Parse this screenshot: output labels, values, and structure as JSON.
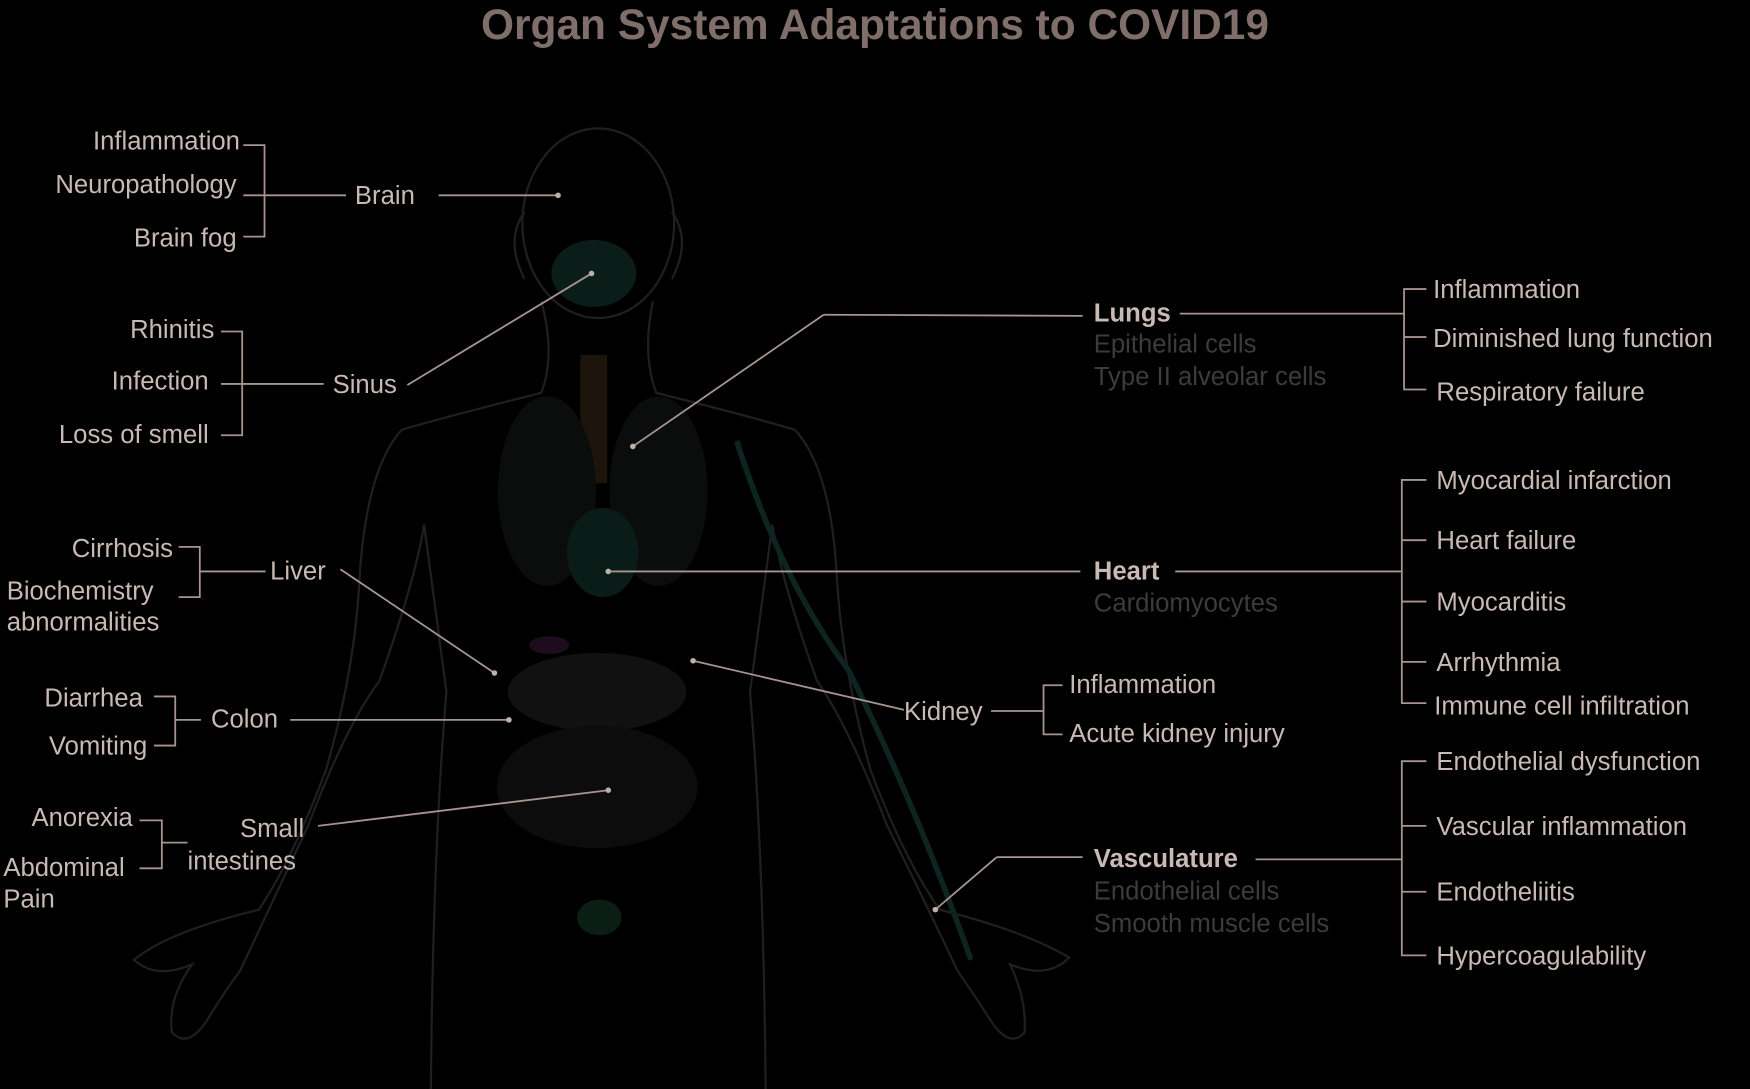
{
  "title": "Organ System Adaptations to COVID19",
  "colors": {
    "background": "#000000",
    "text": "#c9b9b4",
    "title": "#7f6e6a",
    "muted_text": "#3c3c3c",
    "lines": "#a6948f"
  },
  "left": {
    "brain": {
      "label": "Brain",
      "items": [
        "Inflammation",
        "Neuropathology",
        "Brain fog"
      ]
    },
    "sinus": {
      "label": "Sinus",
      "items": [
        "Rhinitis",
        "Infection",
        "Loss of smell"
      ]
    },
    "liver": {
      "label": "Liver",
      "items": [
        "Cirrhosis",
        "Biochemistry",
        "abnormalities"
      ]
    },
    "colon": {
      "label": "Colon",
      "items": [
        "Diarrhea",
        "Vomiting"
      ]
    },
    "small": {
      "label_1": "Small",
      "label_2": "intestines",
      "items": [
        "Anorexia",
        "Abdominal",
        "Pain"
      ]
    }
  },
  "right": {
    "lungs": {
      "label": "Lungs",
      "cells": [
        "Epithelial cells",
        "Type II alveolar cells"
      ],
      "items": [
        "Inflammation",
        "Diminished lung function",
        "Respiratory failure"
      ]
    },
    "heart": {
      "label": "Heart",
      "cells": [
        "Cardiomyocytes"
      ],
      "items": [
        "Myocardial infarction",
        "Heart failure",
        "Myocarditis",
        "Arrhythmia",
        "Immune cell infiltration"
      ]
    },
    "kidney": {
      "label": "Kidney",
      "items": [
        "Inflammation",
        "Acute kidney injury"
      ]
    },
    "vasculature": {
      "label": "Vasculature",
      "cells": [
        "Endothelial cells",
        "Smooth muscle cells"
      ],
      "items": [
        "Endothelial dysfunction",
        "Vascular inflammation",
        "Endotheliitis",
        "Hypercoagulability"
      ]
    }
  }
}
